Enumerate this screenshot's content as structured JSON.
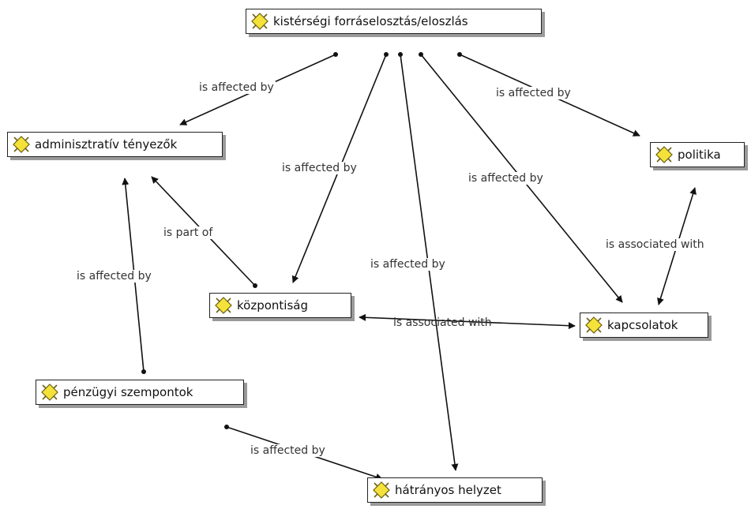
{
  "nodes": {
    "root": "kistérségi forráselosztás/eloszlás",
    "admin": "adminisztratív tényezők",
    "politika": "politika",
    "kozpont": "központiság",
    "kapcs": "kapcsolatok",
    "penz": "pénzügyi szempontok",
    "hatrany": "hátrányos helyzet"
  },
  "edges": {
    "root_admin": "is affected by",
    "root_kozpont": "is affected by",
    "root_hatrany": "is affected by",
    "root_kapcs": "is affected by",
    "root_politika": "is affected by",
    "kozpont_admin": "is part of",
    "penz_admin": "is affected by",
    "kapcs_politika": "is associated with",
    "kozpont_kapcs": "is associated with",
    "penz_hatrany": "is affected by"
  },
  "colors": {
    "icon_fill": "#f4e23a",
    "icon_stroke": "#6b5f10",
    "line": "#111111",
    "label": "#333333",
    "shadow": "#9a9a9a"
  },
  "icon": "concept-node-icon"
}
